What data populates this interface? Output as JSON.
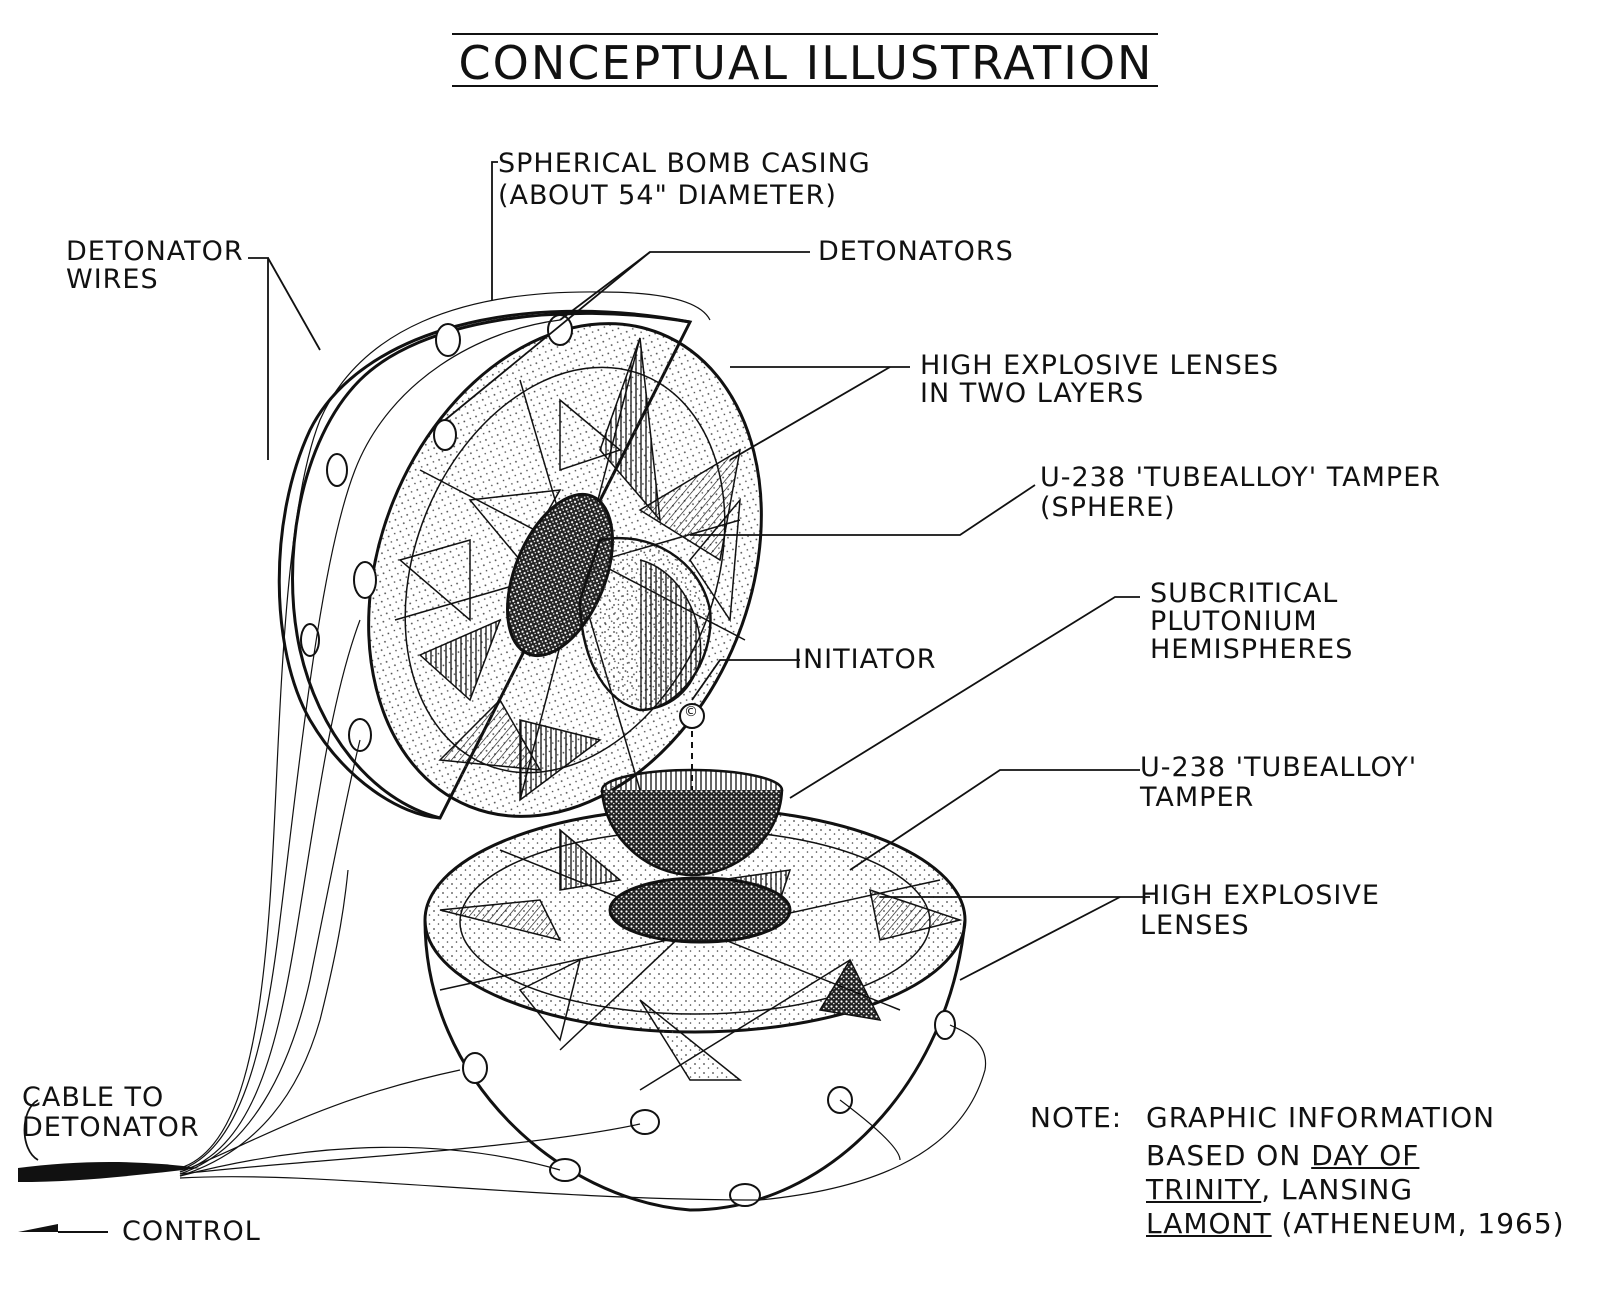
{
  "title": "CONCEPTUAL ILLUSTRATION",
  "labels": {
    "casing_line1": "SPHERICAL BOMB CASING",
    "casing_line2": "(ABOUT 54\" DIAMETER)",
    "detonator_wires_line1": "DETONATOR",
    "detonator_wires_line2": "WIRES",
    "detonators": "DETONATORS",
    "he_lenses_two_line1": "HIGH EXPLOSIVE LENSES",
    "he_lenses_two_line2": "IN TWO LAYERS",
    "tamper_sphere_line1": "U-238 'TUBEALLOY' TAMPER",
    "tamper_sphere_line2": "(SPHERE)",
    "plutonium_line1": "SUBCRITICAL",
    "plutonium_line2": "PLUTONIUM",
    "plutonium_line3": "HEMISPHERES",
    "initiator": "INITIATOR",
    "initiator_mark": "©",
    "tamper_line1": "U-238 'TUBEALLOY'",
    "tamper_line2": "TAMPER",
    "he_lenses_line1": "HIGH EXPLOSIVE",
    "he_lenses_line2": "LENSES",
    "cable_line1": "CABLE TO",
    "cable_line2": "DETONATOR",
    "control": "CONTROL"
  },
  "note": {
    "prefix": "NOTE:",
    "line1": "GRAPHIC INFORMATION",
    "line2_a": "BASED ON ",
    "line2_b": "DAY OF",
    "line3_a": "TRINITY",
    "line3_b": ", LANSING",
    "line4_a": "LAMONT",
    "line4_b": " (ATHENEUM, 1965)"
  },
  "colors": {
    "ink": "#111111",
    "paper": "#ffffff",
    "stipple": "#555555"
  }
}
